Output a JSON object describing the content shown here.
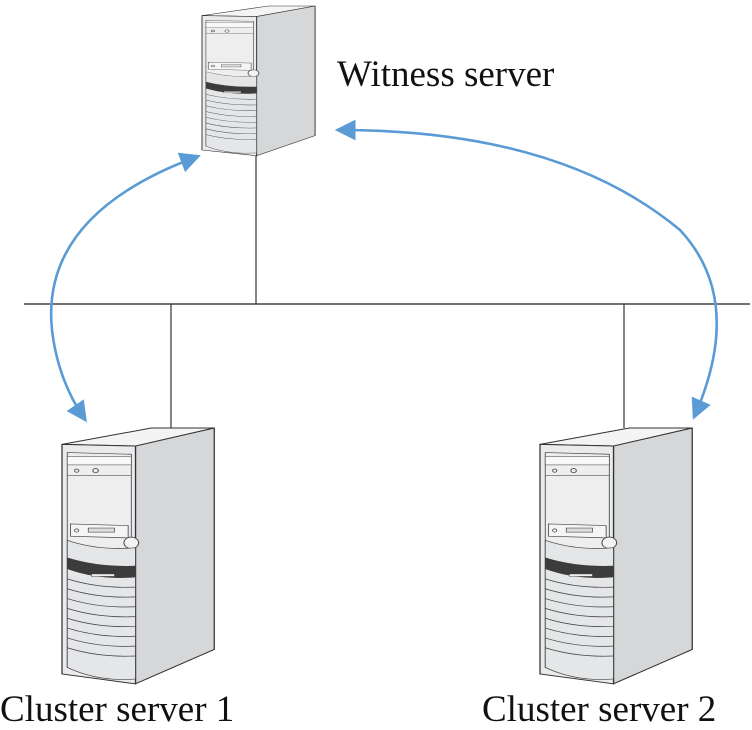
{
  "title": "Witness server network diagram",
  "colors": {
    "arrow": "#5b9bd5",
    "line": "#333333",
    "server_front": "#eaebed",
    "server_side": "#d6d7d9",
    "server_top": "#f4f4f5",
    "server_band": "#3c3c3c"
  },
  "nodes": {
    "witness": {
      "label": "Witness server",
      "icon": "server-tower-icon"
    },
    "cluster1": {
      "label": "Cluster server 1",
      "icon": "server-tower-icon"
    },
    "cluster2": {
      "label": "Cluster server 2",
      "icon": "server-tower-icon"
    }
  },
  "network": {
    "name": "network-bus"
  },
  "connections": [
    {
      "from": "witness",
      "to": "cluster1",
      "type": "bidirectional-arrow"
    },
    {
      "from": "witness",
      "to": "cluster2",
      "type": "bidirectional-arrow"
    }
  ]
}
